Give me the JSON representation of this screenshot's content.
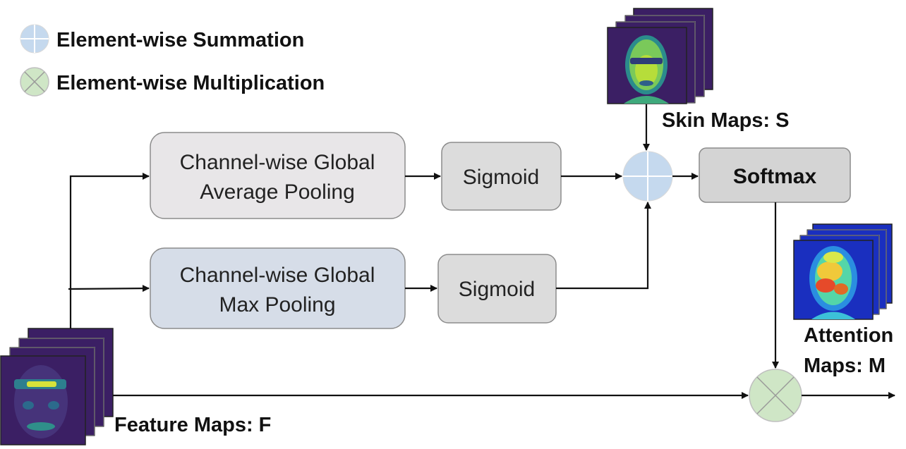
{
  "legend": {
    "summation": "Element-wise Summation",
    "multiplication": "Element-wise Multiplication"
  },
  "boxes": {
    "avg_pool_line1": "Channel-wise Global",
    "avg_pool_line2": "Average Pooling",
    "max_pool_line1": "Channel-wise Global",
    "max_pool_line2": "Max Pooling",
    "sigmoid_top": "Sigmoid",
    "sigmoid_bottom": "Sigmoid",
    "softmax": "Softmax"
  },
  "labels": {
    "skin_maps": "Skin Maps: S",
    "attention_line1": "Attention",
    "attention_line2": "Maps: M",
    "feature_maps": "Feature Maps: F"
  },
  "colors": {
    "summation_fill": "#c5d9ee",
    "multiplication_fill": "#cfe6c6",
    "avg_box_fill": "#e8e6e8",
    "max_box_fill": "#d6dde8",
    "sigmoid_fill": "#dcdcdc",
    "softmax_fill": "#d4d4d4",
    "viridis_bg": "#3b1f64",
    "jet_bg": "#1a2fbf"
  }
}
